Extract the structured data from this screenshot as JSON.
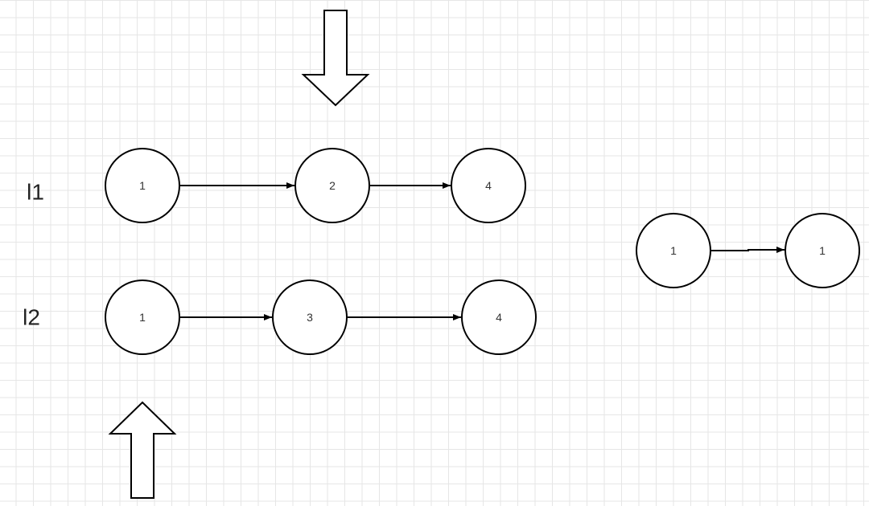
{
  "list_l1": {
    "label": "l1",
    "nodes": [
      "1",
      "2",
      "4"
    ]
  },
  "list_l2": {
    "label": "l2",
    "nodes": [
      "1",
      "3",
      "4"
    ]
  },
  "result_list": {
    "nodes": [
      "1",
      "1"
    ]
  },
  "colors": {
    "stroke": "#000000",
    "node_fill": "#ffffff",
    "grid": "#e6e6e6",
    "background": "#ffffff"
  },
  "pointers": [
    {
      "direction": "down",
      "target": "list_l1.node_2"
    },
    {
      "direction": "up",
      "target": "list_l2.node_1"
    }
  ]
}
